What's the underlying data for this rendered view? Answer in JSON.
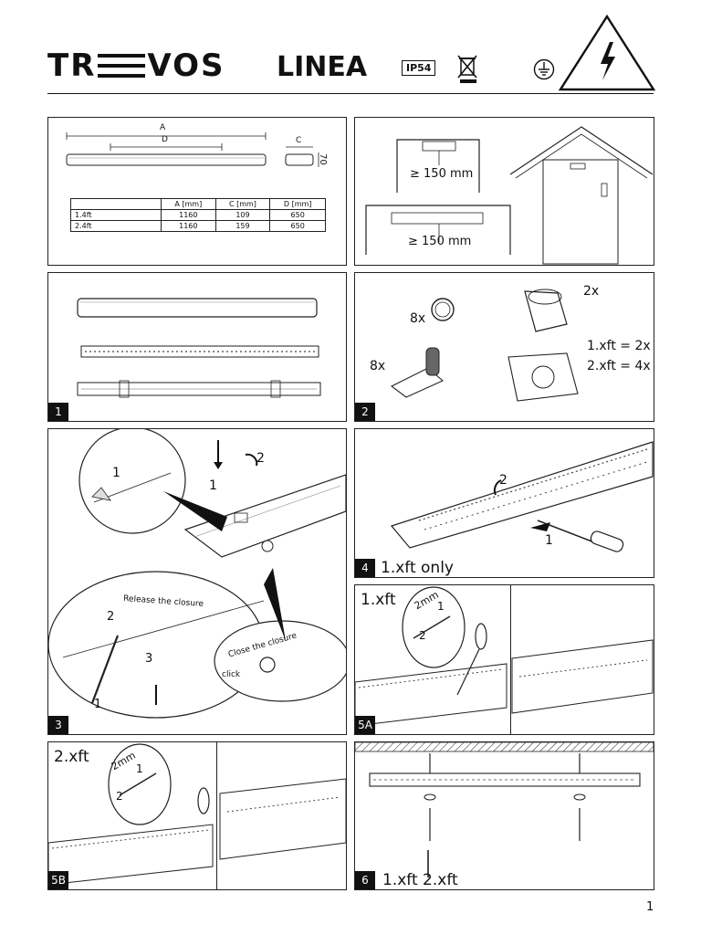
{
  "header": {
    "brand_left": "TR",
    "brand_right": "VOS",
    "product": "LINEA",
    "ip_rating": "IP54"
  },
  "dimensions": {
    "labels": {
      "a": "A",
      "d": "D",
      "c": "C",
      "h": "70"
    },
    "table": {
      "headers": [
        "",
        "A [mm]",
        "C [mm]",
        "D [mm]"
      ],
      "rows": [
        [
          "1.4ft",
          "1160",
          "109",
          "650"
        ],
        [
          "2.4ft",
          "1160",
          "159",
          "650"
        ]
      ]
    }
  },
  "clearance": {
    "top_label": "≥ 150 mm",
    "bottom_label": "≥ 150 mm"
  },
  "steps": {
    "s1": {
      "number": "1"
    },
    "s2": {
      "number": "2",
      "ring_qty": "8x",
      "cap_qty": "2x",
      "clip_qty": "8x",
      "bracket_qty_1": "1.xft = 2x",
      "bracket_qty_2": "2.xft = 4x"
    },
    "s3": {
      "number": "3",
      "callout_1": "1",
      "arrow_1": "1",
      "arrow_2": "2",
      "release": "Release the closure",
      "r2": "2",
      "r3": "3",
      "r1": "1",
      "close": "Close the closure",
      "click": "click"
    },
    "s4": {
      "number": "4",
      "title": "1.xft only",
      "a2": "2",
      "a1": "1"
    },
    "s5a": {
      "number": "5A",
      "title": "1.xft",
      "mm": "2mm",
      "n1": "1",
      "n2": "2"
    },
    "s5b": {
      "number": "5B",
      "title": "2.xft",
      "mm": "2mm",
      "n1": "1",
      "n2": "2"
    },
    "s6": {
      "number": "6",
      "title": "1.xft  2.xft"
    }
  },
  "footer": {
    "page": "1"
  }
}
